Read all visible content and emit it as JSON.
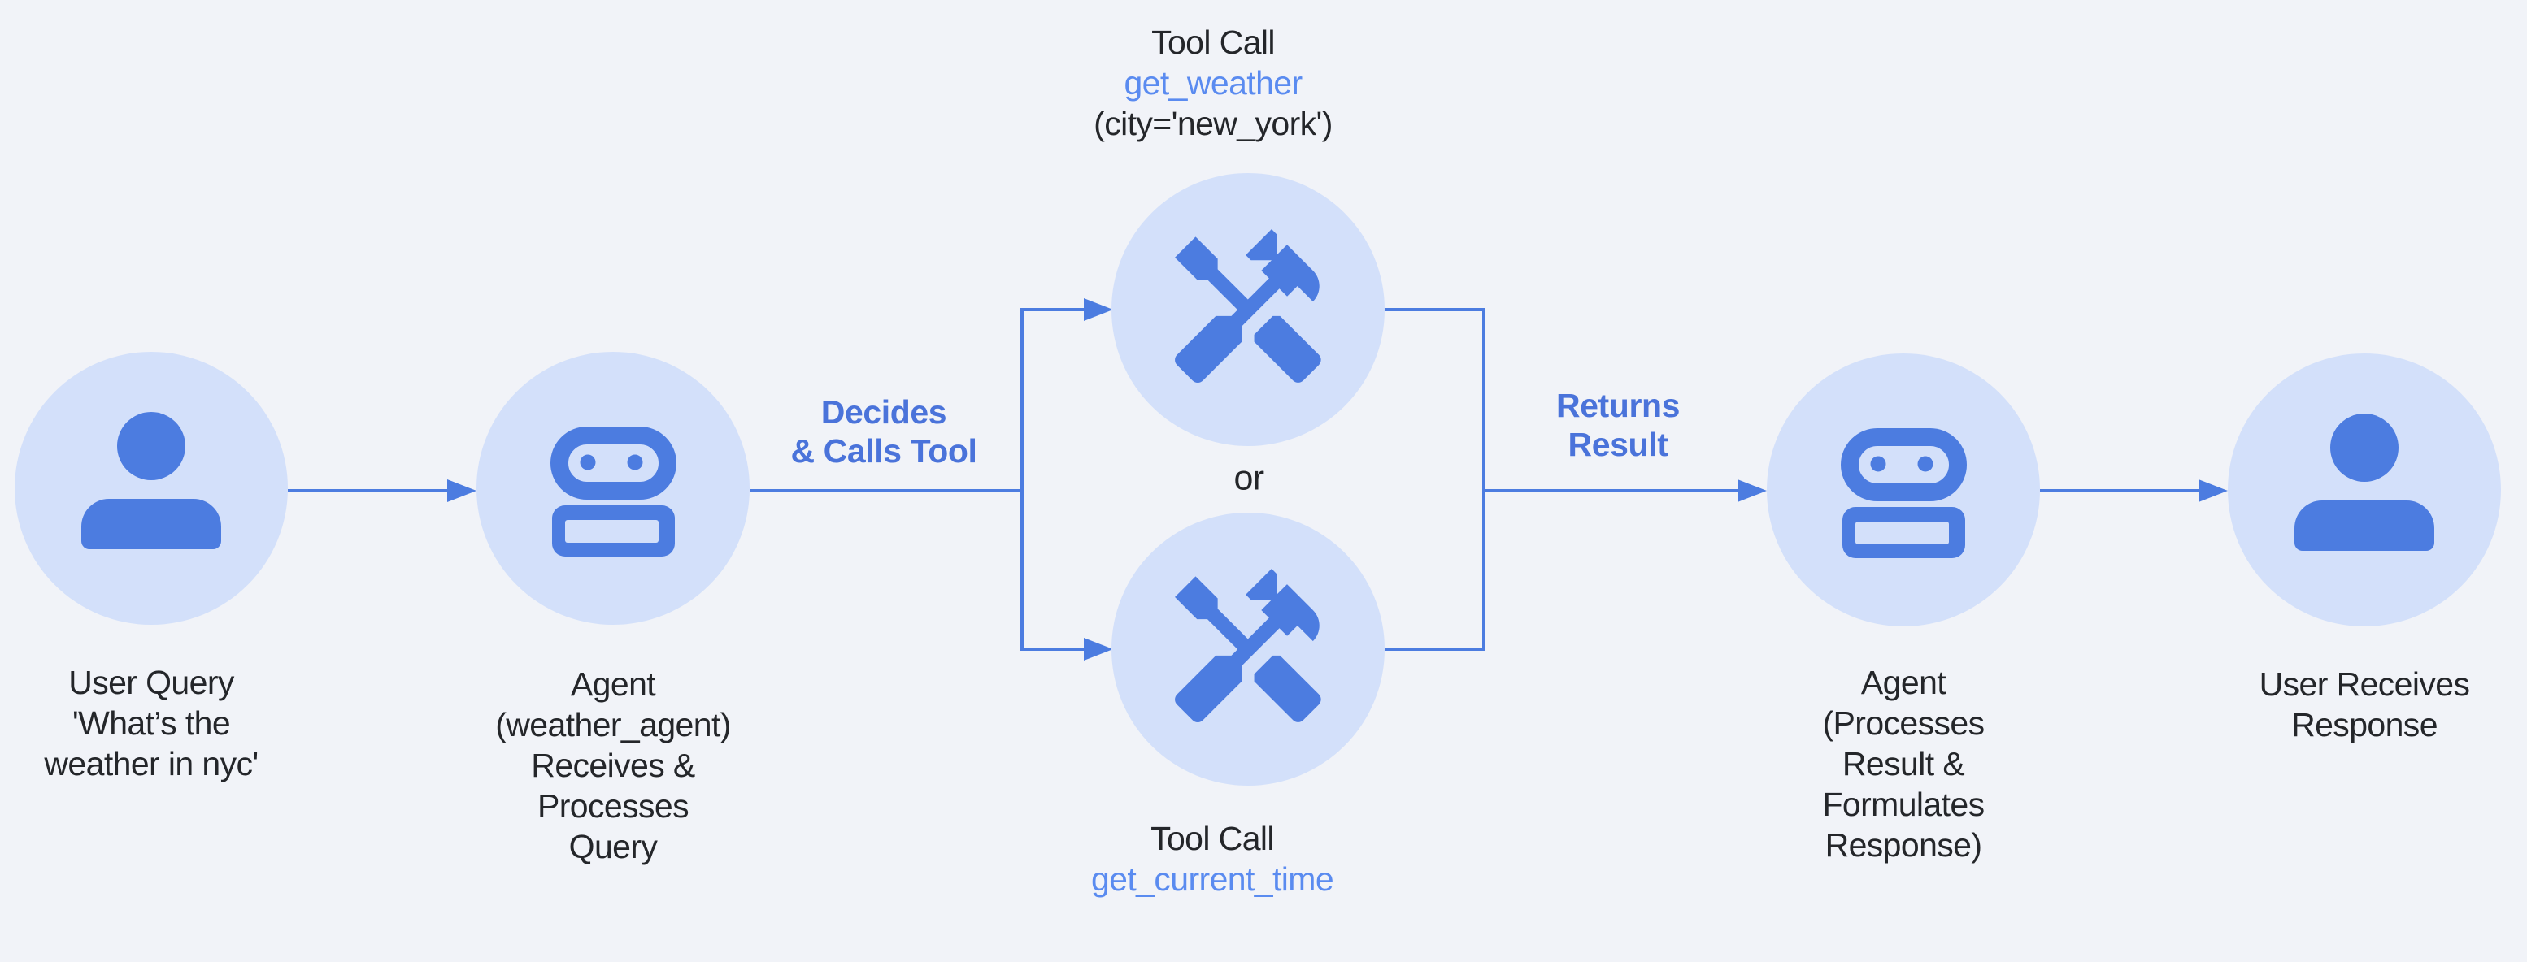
{
  "palette": {
    "background": "#f1f3f8",
    "node_fill": "#d3e0fa",
    "icon_blue": "#4c7ce0",
    "edge_blue": "#4c7ce0",
    "edge_label_blue": "#4a73da",
    "code_blue": "#5a8bf0",
    "text_dark": "#24262a"
  },
  "icons": {
    "user": "person-icon",
    "agent": "robot-icon",
    "tool": "handyman-icon"
  },
  "nodes": {
    "user_query": {
      "lines": [
        "User Query",
        "'What’s the",
        "weather in nyc'"
      ]
    },
    "agent_receives": {
      "lines": [
        "Agent",
        "(weather_agent)",
        "Receives &",
        "Processes",
        "Query"
      ]
    },
    "tool_top": {
      "title": "Tool Call",
      "name": "get_weather",
      "args": "(city='new_york')"
    },
    "tool_bottom": {
      "title": "Tool Call",
      "name": "get_current_time"
    },
    "agent_formulates": {
      "lines": [
        "Agent",
        "(Processes",
        "Result &",
        "Formulates",
        "Response)"
      ]
    },
    "user_response": {
      "lines": [
        "User Receives",
        "Response"
      ]
    }
  },
  "connectors": {
    "decides": {
      "lines": [
        "Decides",
        "& Calls Tool"
      ]
    },
    "returns": {
      "lines": [
        "Returns",
        "Result"
      ]
    },
    "or": "or"
  }
}
